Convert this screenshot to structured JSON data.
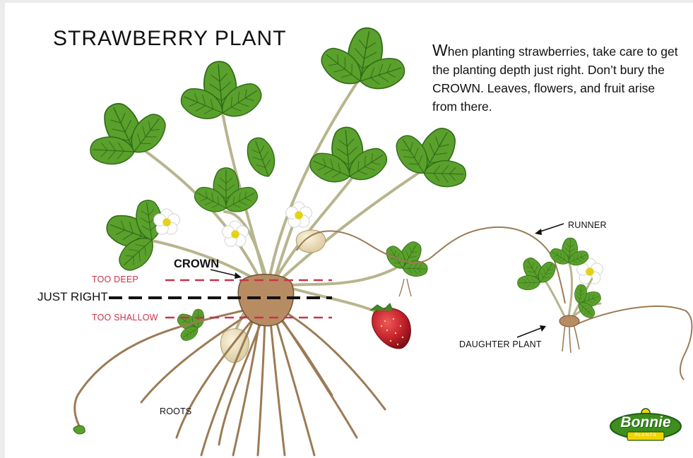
{
  "title": "STRAWBERRY  PLANT",
  "description": {
    "first_letter": "W",
    "rest": "hen planting strawberries, take care to get the planting depth just right. Don’t bury the CROWN. Leaves, flowers, and fruit arise from there."
  },
  "labels": {
    "runner": "RUNNER",
    "daughter_plant": "DAUGHTER PLANT",
    "roots": "ROOTS",
    "crown": "CROWN",
    "too_deep": "TOO DEEP",
    "just_right": "JUST RIGHT",
    "too_shallow": "TOO SHALLOW"
  },
  "logo": {
    "word": "Bonnie",
    "sub": "PLANTS"
  },
  "colors": {
    "background": "#ececec",
    "panel": "#ffffff",
    "leaf": "#5aa02c",
    "leaf_dark": "#2f6b17",
    "stem": "#b7b58d",
    "root": "#9b7b55",
    "berry": "#c2202a",
    "guide_red": "#c8344a",
    "guide_black": "#111111",
    "logo_green": "#3e8e1f",
    "logo_yellow": "#f2d400"
  }
}
